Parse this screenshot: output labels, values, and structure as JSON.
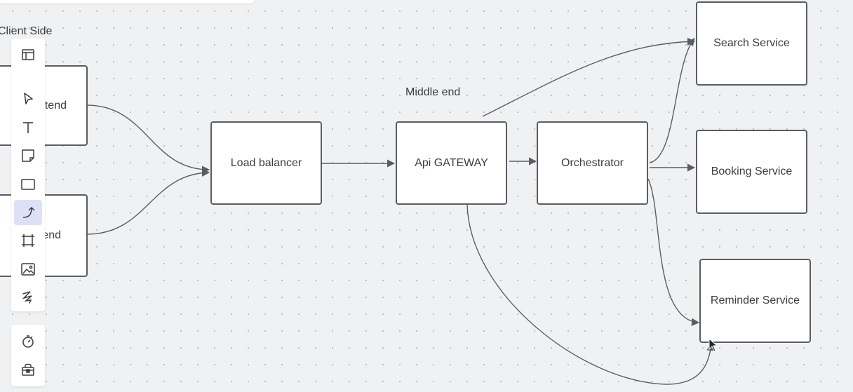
{
  "diagram": {
    "labels": {
      "client_side": "Client Side",
      "middle_end": "Middle end"
    },
    "nodes": {
      "mobile_frontend": "bil       tend",
      "web_frontend": "eb      end",
      "load_balancer": "Load balancer",
      "api_gateway": "Api GATEWAY",
      "orchestrator": "Orchestrator",
      "search_service": "Search Service",
      "booking_service": "Booking Service",
      "reminder_service": "Reminder Service"
    }
  },
  "toolbar": {
    "tools": [
      "templates-icon",
      "select-icon",
      "text-icon",
      "sticky-note-icon",
      "rectangle-icon",
      "connector-icon",
      "frame-icon",
      "image-icon",
      "pen-icon"
    ],
    "extra_tools": [
      "timer-icon",
      "shop-icon"
    ],
    "active_tool": "connector-icon"
  },
  "colors": {
    "canvas": "#f0f1f2",
    "node_border": "#5a5d63",
    "edge": "#5a5d63",
    "active_tool_bg": "#dde0f7"
  }
}
